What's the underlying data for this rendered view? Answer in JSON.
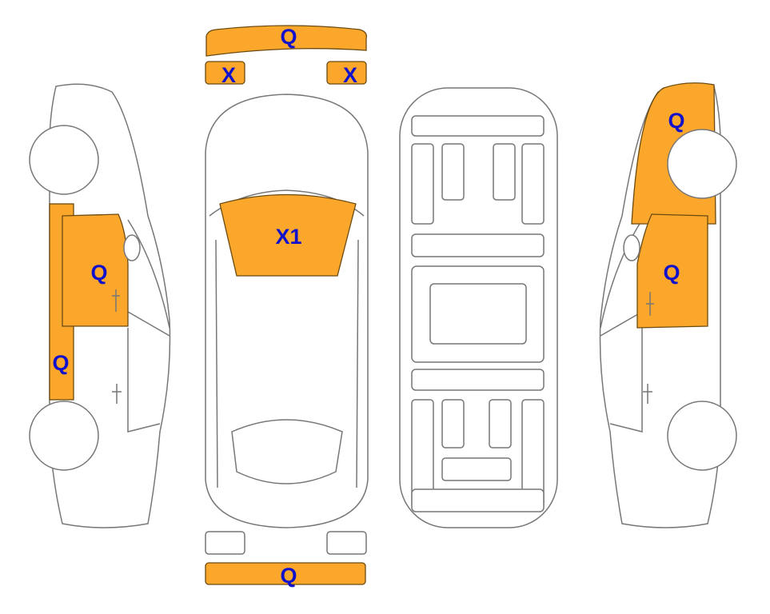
{
  "colors": {
    "damage": "#FBA72C",
    "label": "#1111CC",
    "outline": "#777777"
  },
  "labels": {
    "front_bumper": "Q",
    "front_left_light": "X",
    "front_right_light": "X",
    "windshield": "X1",
    "rear_bumper": "Q",
    "left_front_door": "Q",
    "left_rocker": "Q",
    "right_front_fender": "Q",
    "right_front_door": "Q"
  }
}
